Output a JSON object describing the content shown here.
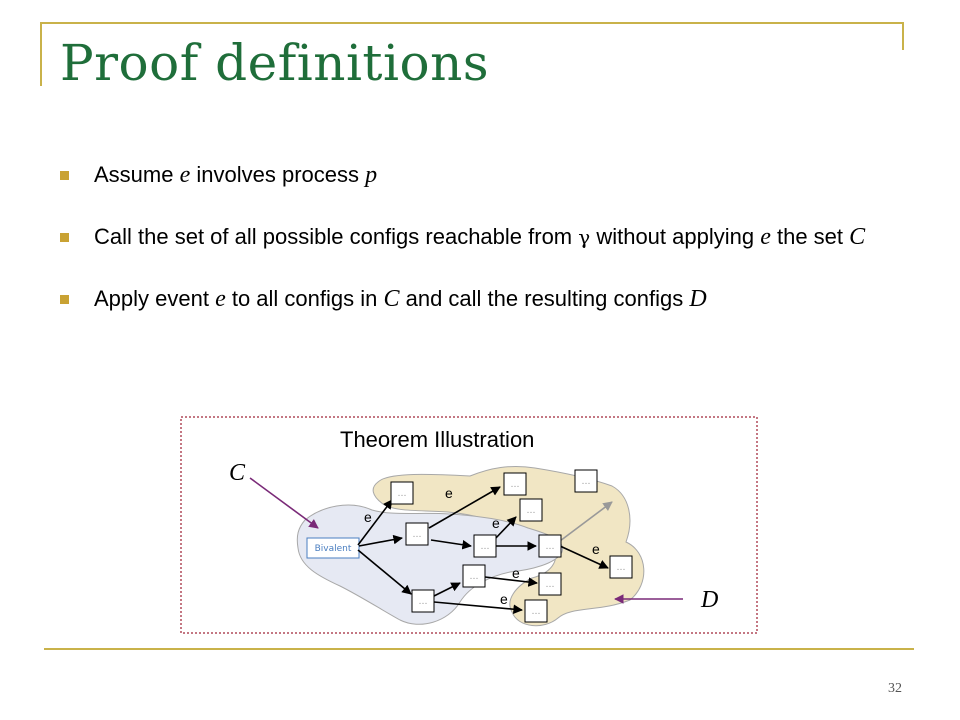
{
  "slide": {
    "title": "Proof definitions",
    "page_number": "32"
  },
  "bullets": [
    {
      "parts": [
        "Assume ",
        "e",
        " involves process ",
        "p"
      ]
    },
    {
      "parts": [
        "Call the set of all possible configs reachable from ",
        "γ",
        " without applying ",
        "e",
        " the set ",
        "C"
      ]
    },
    {
      "parts": [
        "Apply event ",
        "e",
        " to all configs in ",
        "C",
        " and call the resulting configs ",
        "D"
      ]
    }
  ],
  "diagram": {
    "title": "Theorem Illustration",
    "label_c": "C",
    "label_d": "D",
    "start_node": "Bivalent",
    "node_placeholder": "…",
    "edge_label": "e",
    "colors": {
      "c_region": "#e6e9f3",
      "d_region": "#f1e6c4",
      "border": "#b04a5a",
      "pointer": "#7a2a78",
      "start_node_border": "#4a7ec0",
      "start_node_text": "#4a7ec0",
      "bullet": "#c9a233",
      "title": "#1f6e3a"
    }
  }
}
